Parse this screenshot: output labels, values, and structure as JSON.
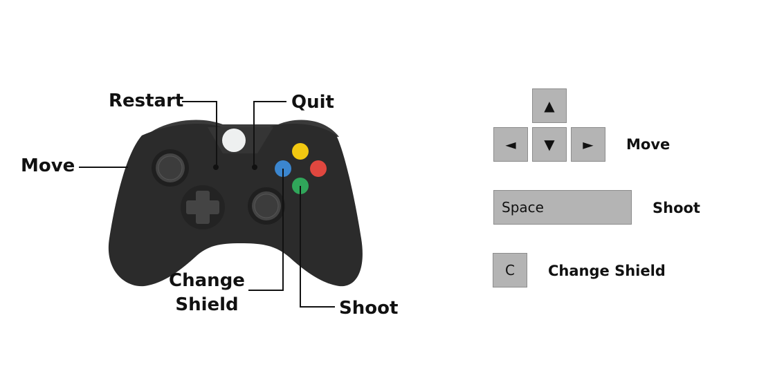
{
  "controller": {
    "labels": {
      "move": "Move",
      "restart": "Restart",
      "quit": "Quit",
      "change_shield_line1": "Change",
      "change_shield_line2": "Shield",
      "shoot": "Shoot"
    },
    "colors": {
      "body": "#2b2b2b",
      "body_top": "#3a3a3a",
      "button_y": "#f2c811",
      "button_b": "#e0473f",
      "button_x": "#3b86cf",
      "button_a": "#30a65a",
      "home_button": "#eef0f0"
    }
  },
  "keyboard": {
    "arrows": {
      "up": "▲",
      "left": "◄",
      "down": "▼",
      "right": "►"
    },
    "move_label": "Move",
    "space_key": "Space",
    "shoot_label": "Shoot",
    "c_key": "C",
    "change_shield_label": "Change Shield",
    "key_color": "#b4b4b4"
  }
}
